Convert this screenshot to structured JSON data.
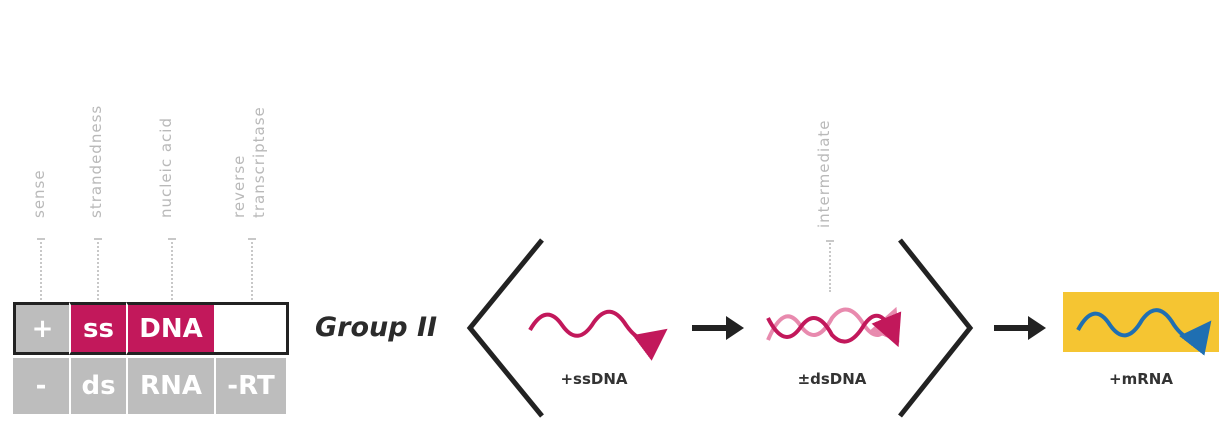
{
  "labels": {
    "sense": "sense",
    "strandedness": "strandedness",
    "nucleic_acid": "nucleic acid",
    "reverse": "reverse",
    "transcriptase": "transcriptase",
    "intermediate": "intermediate"
  },
  "grid": {
    "top_row": [
      "+",
      "ss",
      "DNA",
      ""
    ],
    "bottom_row": [
      "-",
      "ds",
      "RNA",
      "-RT"
    ]
  },
  "group_label": "Group II",
  "captions": {
    "ssdna": "+ssDNA",
    "dsdna": "±dsDNA",
    "mrna": "+mRNA"
  },
  "colors": {
    "magenta": "#c2185b",
    "pink_light": "#e88aae",
    "grey_cell": "#bdbdbd",
    "grey_dark": "#8a8a8a",
    "yellow": "#f5c532",
    "blue": "#1f6fb2",
    "arrow": "#222222"
  }
}
